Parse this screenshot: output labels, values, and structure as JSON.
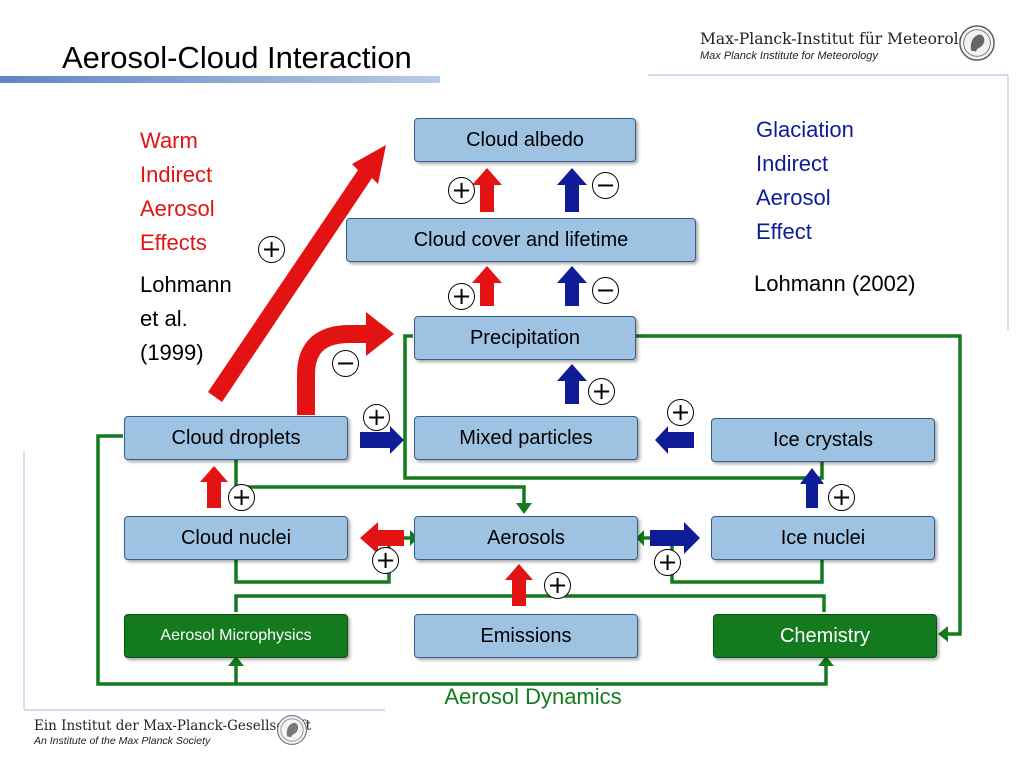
{
  "header": {
    "title": "Aerosol-Cloud Interaction",
    "institute_name": "Max-Planck-Institut für Meteorologie",
    "institute_subtitle": "Max Planck Institute for Meteorology"
  },
  "boxes": {
    "cloud_albedo": "Cloud albedo",
    "cloud_cover": "Cloud cover and lifetime",
    "precipitation": "Precipitation",
    "cloud_droplets": "Cloud droplets",
    "mixed_particles": "Mixed particles",
    "ice_crystals": "Ice crystals",
    "cloud_nuclei": "Cloud nuclei",
    "aerosols": "Aerosols",
    "ice_nuclei": "Ice nuclei",
    "aerosol_microphysics": "Aerosol Microphysics",
    "emissions": "Emissions",
    "chemistry": "Chemistry"
  },
  "annotations": {
    "warm": [
      "Warm",
      "Indirect",
      "Aerosol",
      "Effects"
    ],
    "warm_ref": [
      "Lohmann",
      "et al.",
      "(1999)"
    ],
    "glaciation": [
      "Glaciation",
      "Indirect",
      "Aerosol",
      "Effect"
    ],
    "glaciation_ref": "Lohmann (2002)",
    "dynamics": "Aerosol Dynamics"
  },
  "signs": {
    "plus": "+",
    "minus": "−"
  },
  "footer": {
    "line1": "Ein Institut der Max-Planck-Gesellschaft",
    "line2": "An Institute of the Max Planck Society"
  },
  "colors": {
    "red": "#e31313",
    "dark_blue": "#0e1d97",
    "green": "#137a1e",
    "box_fill": "#9ec3e2"
  }
}
